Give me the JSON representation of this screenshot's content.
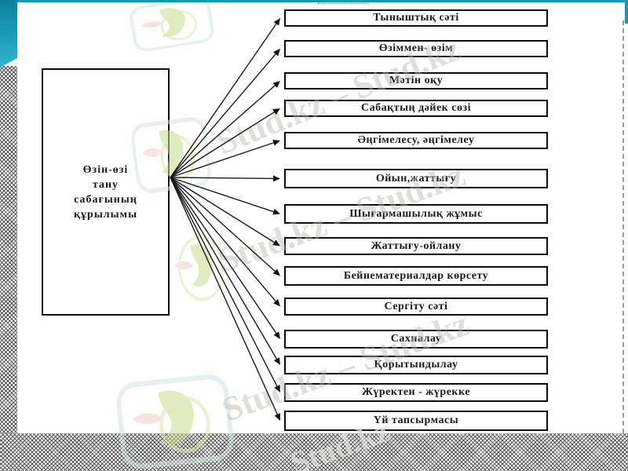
{
  "left_box": {
    "lines": [
      "Өзін-өзі",
      "тану",
      "сабағының",
      "құрылымы"
    ]
  },
  "items": [
    {
      "label": "Тыныштық сәті"
    },
    {
      "label": "Өзіммен- өзім"
    },
    {
      "label": "Мәтін оқу"
    },
    {
      "label": "Сабақтың дәйек сөзі"
    },
    {
      "label": "Әңгімелесу, әңгімелеу"
    },
    {
      "label": "Ойын,жаттығу"
    },
    {
      "label": "Шығармашылық жұмыс"
    },
    {
      "label": "Жаттығу-ойлану"
    },
    {
      "label": "Бейнематериалдар көрсету"
    },
    {
      "label": "Сергіту сәті"
    },
    {
      "label": "Сахналау"
    },
    {
      "label": "Қорытындылау"
    },
    {
      "label": "Жүректен - жүрекке"
    },
    {
      "label": "Үй тапсырмасы"
    }
  ],
  "watermark": {
    "pair": "Stud.kz – Stud.kz",
    "single": "Stud.kz"
  },
  "colors": {
    "teal_line": "#1496b4",
    "teal_gradient_start": "#0c7f9e",
    "teal_gradient_end": "#2eb6d0",
    "box_border": "#0d0d0d",
    "arrow": "#1b1b1b",
    "hatch": "#3a3a3a",
    "watermark_gray": "#bab4ae"
  }
}
